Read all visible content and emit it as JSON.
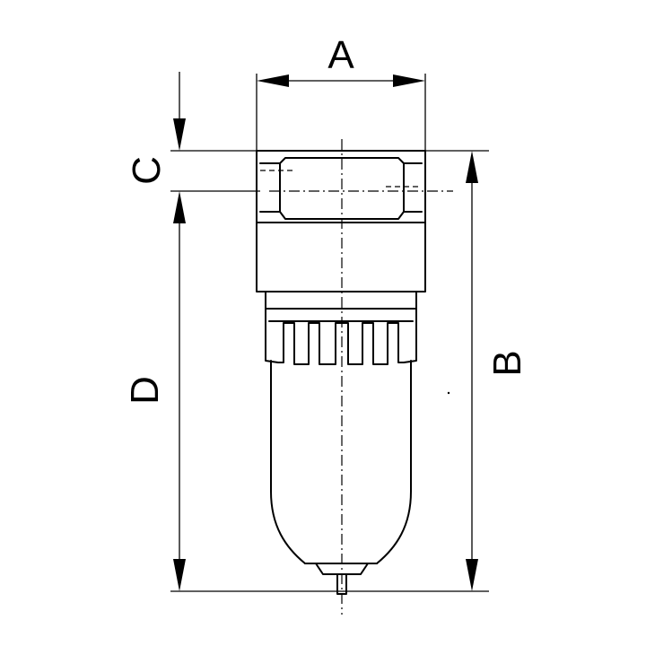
{
  "dimensions": [
    {
      "id": "A",
      "label": "A"
    },
    {
      "id": "B",
      "label": "B"
    },
    {
      "id": "C",
      "label": "C"
    },
    {
      "id": "D",
      "label": "D"
    }
  ],
  "colors": {
    "ink": "#000000",
    "paper": "#ffffff"
  }
}
